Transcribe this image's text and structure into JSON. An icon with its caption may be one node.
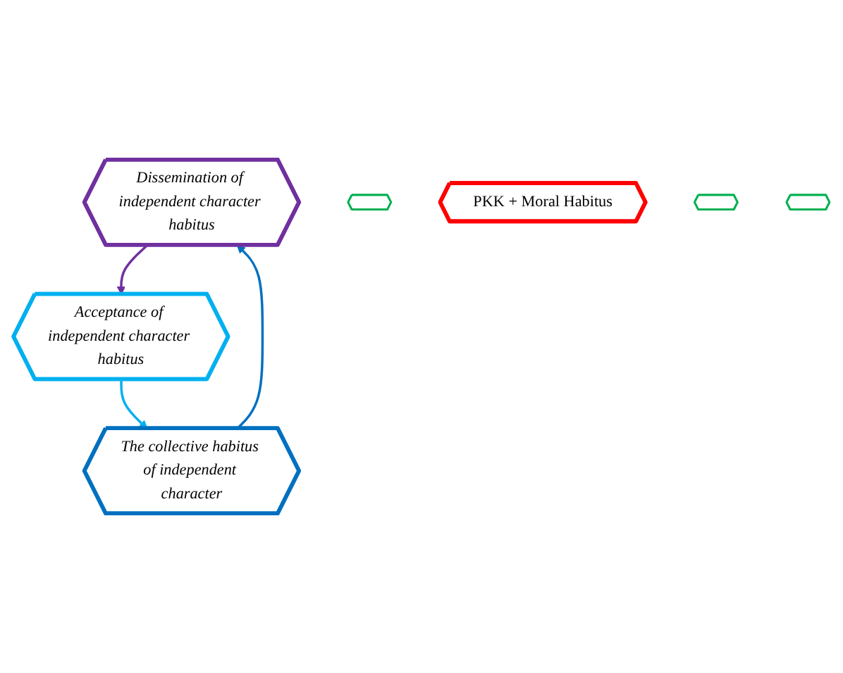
{
  "diagram": {
    "nodes": [
      {
        "text": [
          "Dissemination of independent character habitus"
        ]
      },
      {
        "text": [],
        "shape": "hexagon"
      },
      {
        "text": [
          "PKK + Moral Habitus"
        ]
      },
      {
        "text": [],
        "shape": "hexagon"
      },
      {
        "text": [],
        "shape": "hexagon"
      },
      {
        "text": [
          "The collective habitus of independent character"
        ]
      },
      {
        "text": [
          "Acceptance of independent character habitus"
        ]
      }
    ],
    "edges": [
      {
        "from": 0,
        "to": 6,
        "arrow": "to",
        "color": "#7030a0"
      },
      {
        "from": 6,
        "to": 5,
        "arrow": "to",
        "color": "#00b0f0"
      },
      {
        "from": 5,
        "to": 0,
        "arrow": "to",
        "color": "#0070c0"
      }
    ]
  }
}
